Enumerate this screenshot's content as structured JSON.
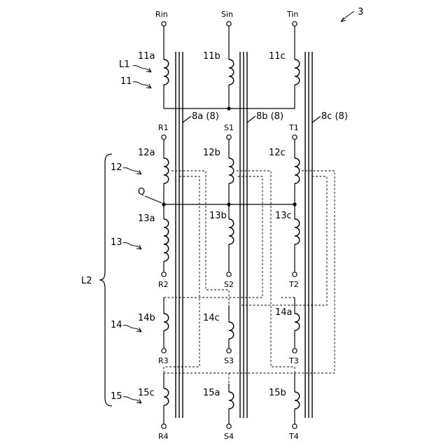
{
  "figure_number": "3",
  "inputs": {
    "r": "Rin",
    "s": "Sin",
    "t": "Tin"
  },
  "group_labels": {
    "l1": "L1",
    "g11": "11",
    "l2": "L2",
    "g12": "12",
    "g13": "13",
    "g14": "14",
    "g15": "15"
  },
  "coils": {
    "c11a": "11a",
    "c11b": "11b",
    "c11c": "11c",
    "c12a": "12a",
    "c12b": "12b",
    "c12c": "12c",
    "c13a": "13a",
    "c13b": "13b",
    "c13c": "13c",
    "c14b": "14b",
    "c14c": "14c",
    "c14a": "14a",
    "c15c": "15c",
    "c15a": "15a",
    "c15b": "15b"
  },
  "cores": {
    "a": "8a (8)",
    "b": "8b (8)",
    "c": "8c (8)"
  },
  "terminals": {
    "r1": "R1",
    "s1": "S1",
    "t1": "T1",
    "r2": "R2",
    "s2": "S2",
    "t2": "T2",
    "r3": "R3",
    "s3": "S3",
    "t3": "T3",
    "r4": "R4",
    "s4": "S4",
    "t4": "T4"
  },
  "node_q": "Q"
}
